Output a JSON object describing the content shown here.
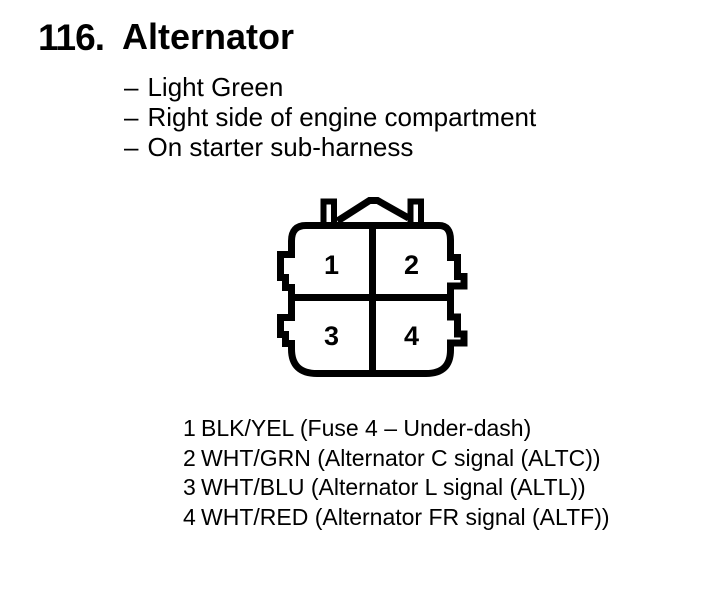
{
  "document": {
    "heading": {
      "number": "116.",
      "title": "Alternator"
    },
    "details": [
      {
        "marker": "–",
        "text": "Light Green"
      },
      {
        "marker": "–",
        "text": "Right side of engine compartment"
      },
      {
        "marker": "–",
        "text": "On starter sub-harness"
      }
    ],
    "connector": {
      "pins": [
        "1",
        "2",
        "3",
        "4"
      ]
    },
    "legend": [
      {
        "pin": "1",
        "description": "BLK/YEL (Fuse 4 – Under-dash)"
      },
      {
        "pin": "2",
        "description": "WHT/GRN (Alternator C signal (ALTC))"
      },
      {
        "pin": "3",
        "description": "WHT/BLU (Alternator L signal (ALTL))"
      },
      {
        "pin": "4",
        "description": "WHT/RED (Alternator FR signal (ALTF))"
      }
    ],
    "colors": {
      "ink": "#000000",
      "paper": "#ffffff"
    }
  }
}
